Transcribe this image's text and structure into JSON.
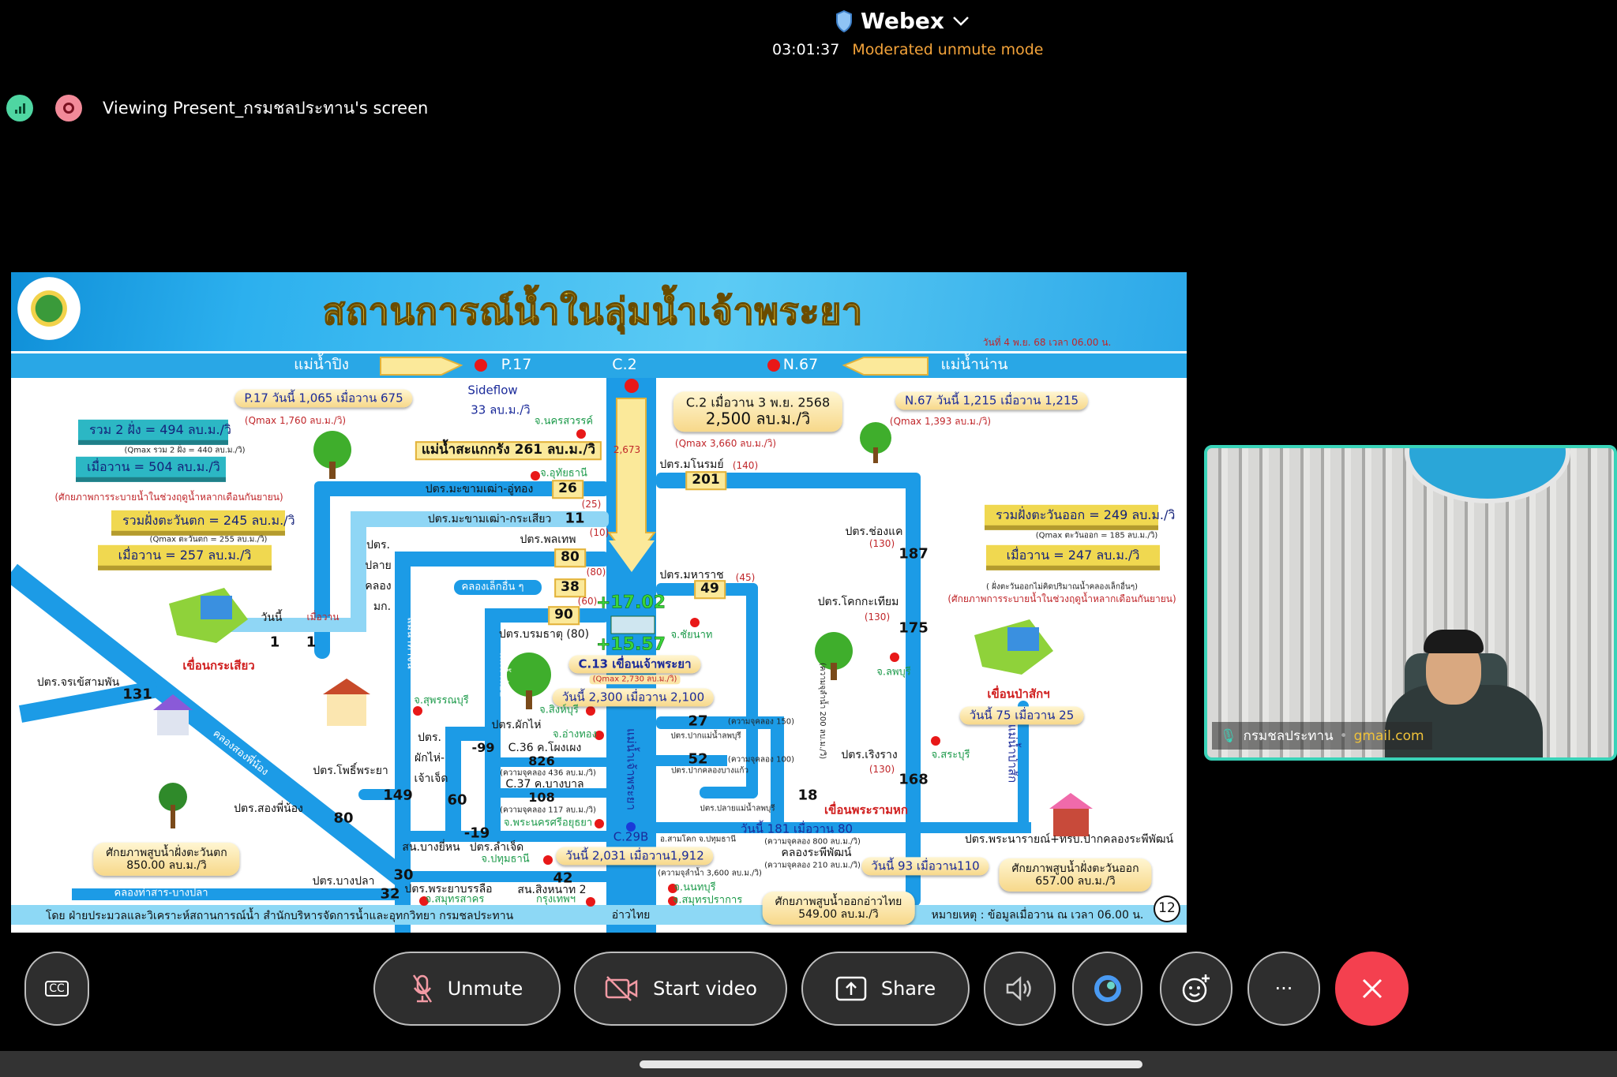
{
  "app": {
    "name": "Webex",
    "timer": "03:01:37",
    "mode": "Moderated unmute mode",
    "viewing": "Viewing Present_กรมชลประทาน's screen"
  },
  "slide": {
    "title": "สถานการณ์น้ำในลุ่มน้ำเจ้าพระยา",
    "labels": {
      "date": "วันที่ 4 พ.ย. 68    เวลา 06.00 น.",
      "ping": "แม่น้ำปิง",
      "p17": "P.17",
      "c2": "C.2",
      "n67": "N.67",
      "nan": "แม่น้ำน่าน",
      "p17_box": "P.17 วันนี้ 1,065 เมื่อวาน  675",
      "p17_qmax": "(Qmax 1,760 ลบ.ม./วิ)",
      "sideflow": "Sideflow",
      "sideflow_val": "33   ลบ.ม./วิ",
      "nakhon": "จ.นครสวรรค์",
      "sakae": "แม่น้ำสะแกกรัง 261 ลบ.ม./วิ",
      "uthai": "จ.อุทัยธานี",
      "c2_flow": "2,673",
      "c2_box_1": "C.2 เมื่อวาน  3 พ.ย. 2568",
      "c2_box_2": "2,500  ลบ.ม./วิ",
      "c2_qmax": "(Qmax 3,660 ลบ.ม./วิ)",
      "n67_box": "N.67 วันนี้ 1,215  เมื่อวาน  1,215",
      "n67_qmax": "(Qmax 1,393 ลบ.ม./วิ)",
      "west_total": "รวม 2 ฝั่ง = 494  ลบ.ม./วิ",
      "west_total_qmax": "(Qmax รวม 2 ฝั่ง = 440 ลบ.ม./วิ)",
      "west_yest": "เมื่อวาน =  504  ลบ.ม./วิ",
      "west_note": "(ศักยภาพการระบายน้ำในช่วงฤดูน้ำหลากเดือนกันยายน)",
      "west_bank": "รวมฝั่งตะวันตก =  245  ลบ.ม./วิ",
      "west_bank_qmax": "(Qmax ตะวันตก = 255 ลบ.ม./วิ)",
      "west_bank_yest": "เมื่อวาน =  257  ลบ.ม./วิ",
      "makham_uthong": "ปตร.มะขามเฒ่า-อู่ทอง",
      "v26": "26",
      "c25": "(25)",
      "makham_krasiao": "ปตร.มะขามเฒ่า-กระเสียว",
      "v11": "11",
      "c10": "(10)",
      "plai1": "ปตร.",
      "plai2": "ปลาย",
      "plai3": "คลอง",
      "plai4": "มก.",
      "phonlathep": "ปตร.พลเทพ",
      "v80a": "80",
      "c80a": "(80)",
      "khlong_lek": "คลองเล็กอื่น ๆ",
      "v38": "38",
      "c60": "(60)",
      "v90": "90",
      "boromathat": "ปตร.บรมธาตุ (80)",
      "plus1702": "+17.02",
      "plus1557": "+15.57",
      "chainat": "จ.ชัยนาท",
      "c13": "C.13 เขื่อนเจ้าพระยา",
      "c13_qmax": "(Qmax 2,730 ลบ.ม./วิ)",
      "c13_today": "วันนี้ 2,300 เมื่อวาน 2,100",
      "manorom": "ปตร.มโนรมย์",
      "c140": "(140)",
      "v201": "201",
      "chongkhae": "ปตร.ช่องแค",
      "c130a": "(130)",
      "v187": "187",
      "maharat": "ปตร.มหาราช",
      "c45": "(45)",
      "v49": "49",
      "khok": "ปตร.โคกกะเทียม",
      "c130b": "(130)",
      "v175": "175",
      "lopburi": "จ.ลพบุรี",
      "east_bank": "รวมฝั่งตะวันออก = 249  ลบ.ม./วิ",
      "east_qmax": "(Qmax ตะวันออก = 185 ลบ.ม./วิ)",
      "east_yest": "เมื่อวาน =  247  ลบ.ม./วิ",
      "east_note1": "( ฝั่งตะวันออกไม่คิดปริมาณน้ำคลองเล็กอื่นๆ)",
      "east_note2": "(ศักยภาพการระบายน้ำในช่วงฤดูน้ำหลากเดือนกันยายน)",
      "pasak_dam": "เขื่อนป่าสักฯ",
      "pasak_today": "วันนี้  75  เมื่อวาน  25",
      "krasiao_today_lbl": "วันนี้",
      "krasiao_yest_lbl": "เมื่อวาน",
      "krasiao_today": "1",
      "krasiao_yest": "1",
      "krasiao_dam": "เขื่อนกระเสียว",
      "chorakhe": "ปตร.จรเข้สามพัน",
      "v131": "131",
      "song_canal": "คลองสองพี่น้อง",
      "suphan": "จ.สุพรรณบุรี",
      "tachin": "แม่น้ำท่าจีน",
      "noi": "แม่น้ำน้อย",
      "phakhai_a": "ปตร.",
      "phakhai_b": "ผักไห่-",
      "phakhai_c": "เจ้าเจ็ด",
      "pho_phraya": "ปตร.โพธิ์พระยา",
      "v149": "149",
      "v60": "60",
      "song_phi_nong": "ปตร.สองพี่น้อง",
      "v80b": "80",
      "phakhai2": "ปตร.ผักไห่",
      "angthong": "จ.อ่างทอง",
      "singburi": "จ.สิงห์บุรี",
      "vm99": "-99",
      "c36": "C.36 ค.โผงเผง",
      "v826": "826",
      "cap436": "(ความจุคลอง 436 ลบ.ม./วิ)",
      "c37": "C.37 ค.บางบาล",
      "v108": "108",
      "cap117": "(ความจุคลอง 117 ลบ.ม./วิ)",
      "ayutthaya": "จ.พระนครศรีอยุธยา",
      "vm19": "-19",
      "bang_yi_hon": "สน.บางยี่หน",
      "lam_chet": "ปตร.ลำเจ็ด",
      "pathum": "จ.ปทุมธานี",
      "v30": "30",
      "v42": "42",
      "v32": "32",
      "bang_pla": "ปตร.บางปลา",
      "tha_san": "คลองท่าสาร-บางปลา",
      "west_pump_1": "ศักยภาพสูบน้ำฝั่งตะวันตก",
      "west_pump_2": "850.00 ลบ.ม./วิ",
      "phraya_banlue": "ปตร.พระยาบรรลือ",
      "samut_sakhon": "จ.สมุทรสาคร",
      "singhanat": "สน.สิงหนาท 2",
      "bangkok": "กรุงเทพฯ",
      "chaophraya": "แม่น้ำเจ้าพระยา",
      "c29b": "C.29B",
      "c29b_today": "วันนี้ 2,031 เมื่อวาน1,912",
      "cap3600": "(ความจุลำน้ำ 3,600 ลบ.ม./วิ)",
      "sam_khok": "อ.สามโคก จ.ปทุมธานี",
      "nonthaburi": "จ.นนทบุรี",
      "samut_prakan": "จ.สมุทรปราการ",
      "gulf": "อ่าวไทย",
      "v27": "27",
      "cap150": "(ความจุคลอง 150)",
      "lop_mouth": "ปตร.ปากแม่น้ำลพบุรี",
      "v52": "52",
      "cap100": "(ความจุคลอง 100)",
      "bang_kaeo": "ปตร.ปากคลองบางแก้ว",
      "lop_end": "ปตร.ปลายแม่น้ำลพบุรี",
      "v18": "18",
      "rama6": "เขื่อนพระรามหก",
      "cap200": "(ความจุลำน้ำ 200 ลบ.ม./วิ)",
      "rama6_today": "วันนี้ 181  เมื่อวาน  80",
      "cap800": "(ความจุคลอง 800 ลบ.ม./วิ)",
      "raphiphat": "คลองระพีพัฒน์",
      "cap210": "(ความจุคลอง 210 ลบ.ม./วิ)",
      "roengrang": "ปตร.เริงราง",
      "c130c": "(130)",
      "v168": "168",
      "saraburi": "จ.สระบุรี",
      "pasak_river": "แม่น้ำป่าสัก",
      "narai": "ปตร.พระนารายณ์+ทรบ.ปากคลองระพีพัฒน์",
      "narai_today": "วันนี้ 93  เมื่อวาน110",
      "east_pump_1": "ศักยภาพสูบน้ำฝั่งตะวันออก",
      "east_pump_2": "657.00 ลบ.ม./วิ",
      "gulf_pump_1": "ศักยภาพสูบน้ำออกอ่าวไทย",
      "gulf_pump_2": "549.00 ลบ.ม./วิ",
      "credit": "โดย ฝ่ายประมวลและวิเคราะห์สถานการณ์น้ำ สำนักบริหารจัดการน้ำและอุทกวิทยา กรมชลประทาน",
      "footnote": "หมายเหตุ : ข้อมูลเมื่อวาน ณ เวลา 06.00 น.",
      "page": "12"
    }
  },
  "video": {
    "name": "กรมชลประทาน",
    "email": "gmail.com"
  },
  "toolbar": {
    "unmute": "Unmute",
    "start_video": "Start video",
    "share": "Share"
  },
  "colors": {
    "channel": "#1c9be6",
    "accent": "#f3a33a",
    "leave": "#f4404f",
    "video_border": "#39d3b8"
  }
}
